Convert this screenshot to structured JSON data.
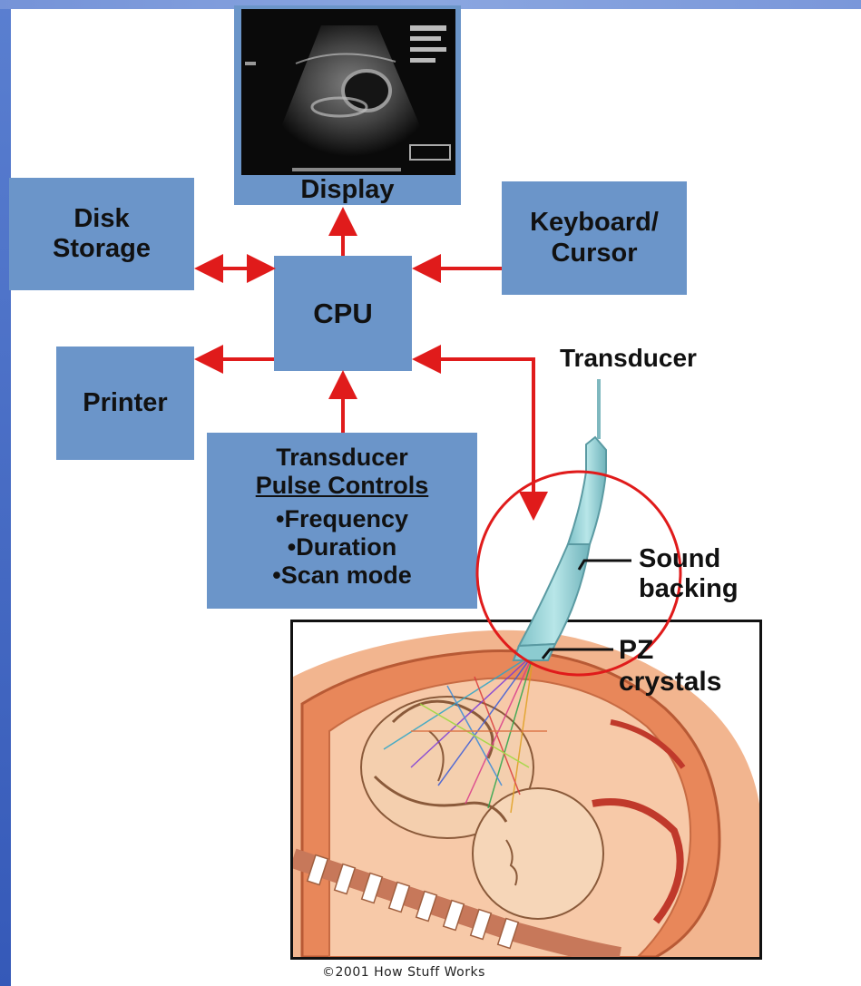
{
  "blocks": {
    "display": "Display",
    "disk_line1": "Disk",
    "disk_line2": "Storage",
    "keyboard_line1": "Keyboard/",
    "keyboard_line2": "Cursor",
    "cpu": "CPU",
    "printer": "Printer",
    "pulse_title1": "Transducer",
    "pulse_title2": "Pulse Controls",
    "pulse_items": [
      "•Frequency",
      "•Duration",
      "•Scan mode"
    ]
  },
  "labels": {
    "transducer": "Transducer",
    "sound_line1": "Sound",
    "sound_line2": "backing",
    "pz_line1": "PZ",
    "pz_line2": "crystals"
  },
  "copyright": "©2001 How Stuff Works",
  "colors": {
    "box": "#6b95c9",
    "arrow": "#e01b1b",
    "probe": "#9fd4d8",
    "tissue": "#e8875a"
  }
}
